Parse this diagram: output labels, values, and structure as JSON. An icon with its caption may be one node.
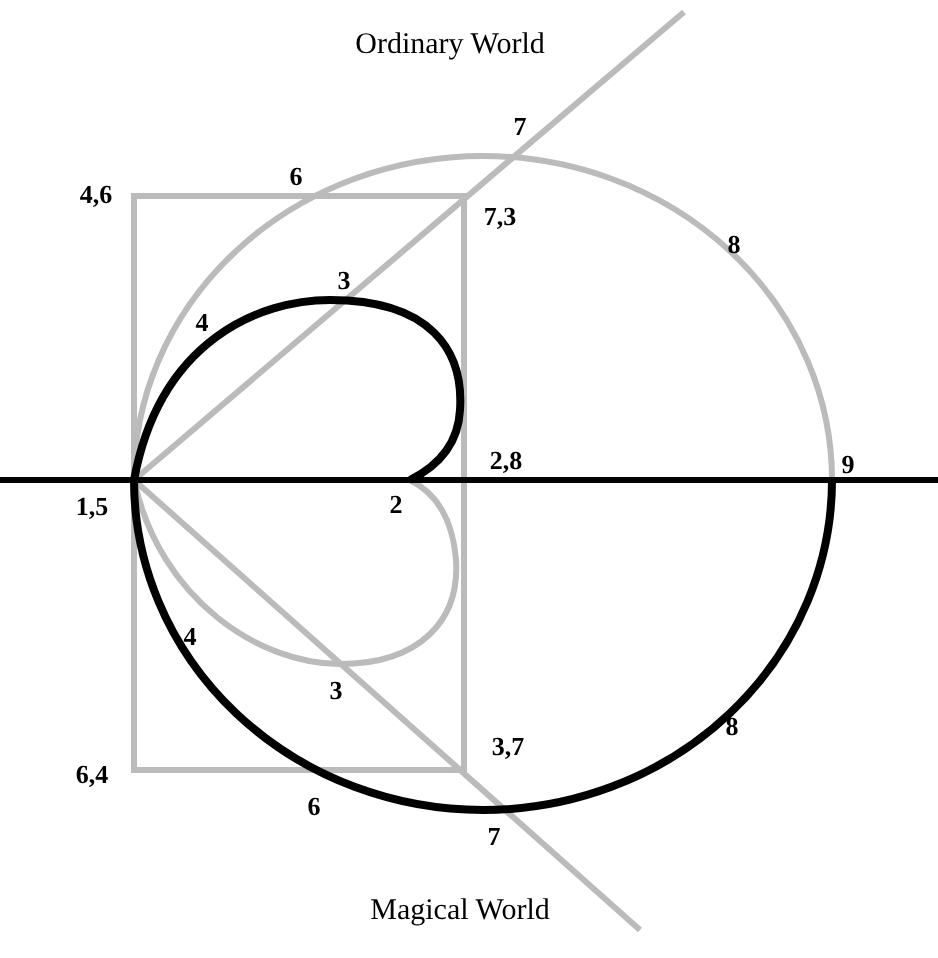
{
  "diagram": {
    "labels": [
      "Ordinary World",
      "7",
      "4,6",
      "6",
      "7,3",
      "8",
      "3",
      "4",
      "2,8",
      "9",
      "1,5",
      "2",
      "4",
      "3",
      "8",
      "3,7",
      "6,4",
      "6",
      "7",
      "Magical World"
    ]
  }
}
